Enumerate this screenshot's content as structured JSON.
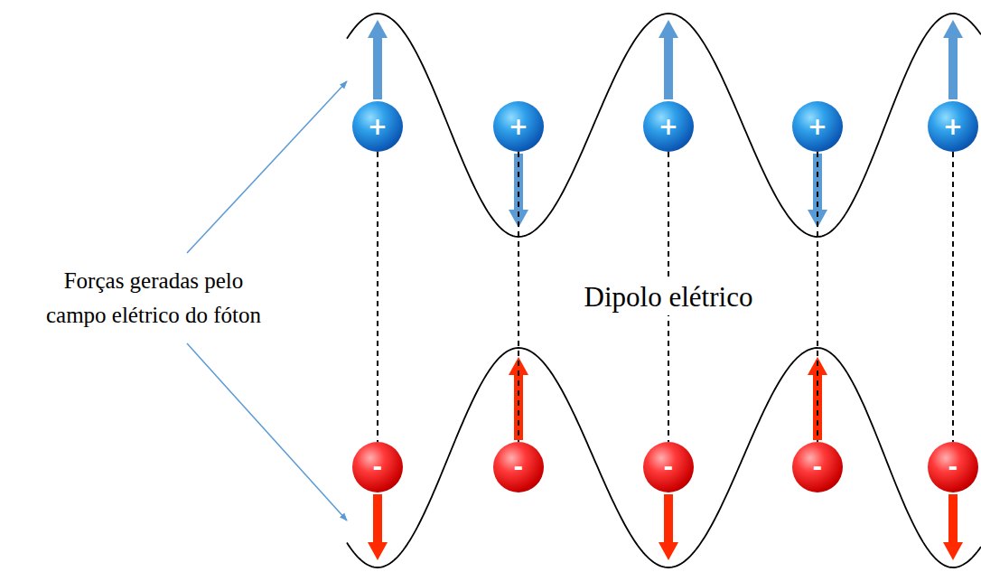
{
  "diagram": {
    "nodes": [
      {
        "text": [
          "+"
        ]
      },
      {
        "text": [
          "+"
        ]
      },
      {
        "text": [
          "+"
        ]
      },
      {
        "text": [
          "+"
        ]
      },
      {
        "text": [
          "+"
        ]
      },
      {
        "text": [
          "-"
        ]
      },
      {
        "text": [
          "-"
        ]
      },
      {
        "text": [
          "-"
        ]
      },
      {
        "text": [
          "-"
        ]
      },
      {
        "text": [
          "-"
        ]
      }
    ],
    "edges": [
      {
        "from": 0,
        "to": 5,
        "arrow": "none"
      },
      {
        "from": 1,
        "to": 6,
        "arrow": "none"
      },
      {
        "from": 2,
        "to": 7,
        "arrow": "none",
        "label": "Dipolo elétrico"
      },
      {
        "from": 3,
        "to": 8,
        "arrow": "none"
      },
      {
        "from": 4,
        "to": 9,
        "arrow": "none"
      }
    ],
    "labels": [
      "Forças geradas pelo campo elétrico do fóton"
    ]
  }
}
